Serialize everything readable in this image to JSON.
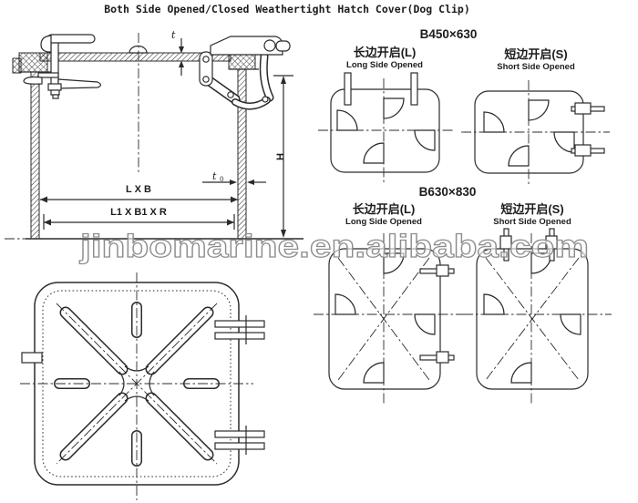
{
  "title": "Both Side Opened/Closed Weathertight Hatch Cover(Dog Clip)",
  "watermark": "jinbomarine.en.alibaba.com",
  "dimensions": {
    "t": "t",
    "t0": "t",
    "t0_sub": "0",
    "h": "H",
    "lxb": "L X B",
    "l1xb1xr": "L1 X B1 X R"
  },
  "groups": [
    {
      "size": "B450×630",
      "long_cn": "长边开启(L)",
      "long_en": "Long Side Opened",
      "short_cn": "短边开启(S)",
      "short_en": "Short Side Opened"
    },
    {
      "size": "B630×830",
      "long_cn": "长边开启(L)",
      "long_en": "Long Side Opened",
      "short_cn": "短边开启(S)",
      "short_en": "Short Side Opened"
    }
  ],
  "colors": {
    "line": "#2b2b2b",
    "watermark_outline": "#8c8c8c",
    "background": "#ffffff"
  }
}
